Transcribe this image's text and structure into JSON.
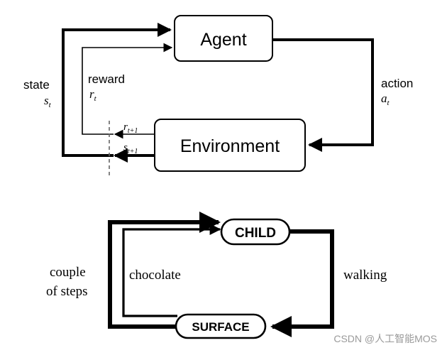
{
  "diagram1": {
    "agent_label": "Agent",
    "environment_label": "Environment",
    "state_label": "state",
    "state_symbol": "s",
    "state_sub": "t",
    "reward_label": "reward",
    "reward_symbol": "r",
    "reward_sub": "t",
    "action_label": "action",
    "action_symbol": "a",
    "action_sub": "t",
    "next_reward_symbol": "r",
    "next_reward_sub": "t+1",
    "next_state_symbol": "s",
    "next_state_sub": "t+1"
  },
  "diagram2": {
    "child_label": "CHILD",
    "surface_label": "SURFACE",
    "walking_label": "walking",
    "chocolate_label": "chocolate",
    "couple_line1": "couple",
    "couple_line2": "of steps"
  },
  "watermark": "CSDN @人工智能MOS"
}
